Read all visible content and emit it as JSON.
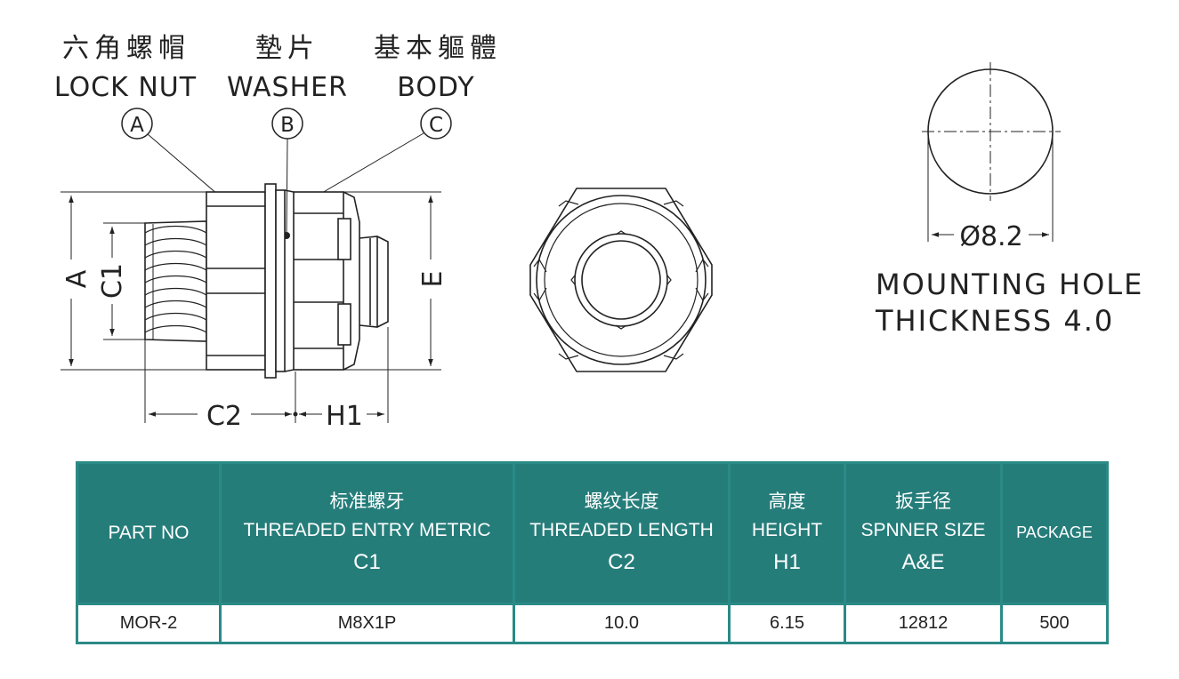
{
  "parts": [
    {
      "zh": "六角螺帽",
      "en": "LOCK NUT",
      "marker": "A"
    },
    {
      "zh": "墊片",
      "en": "WASHER",
      "marker": "B"
    },
    {
      "zh": "基本軀體",
      "en": "BODY",
      "marker": "C"
    }
  ],
  "dimensions": {
    "a": "A",
    "c1": "C1",
    "c2": "C2",
    "h1": "H1",
    "e": "E"
  },
  "mounting": {
    "diameter": "Ø8.2",
    "line1": "MOUNTING HOLE",
    "line2": "THICKNESS 4.0"
  },
  "table": {
    "headers": [
      {
        "zh": "",
        "en": "PART NO",
        "code": ""
      },
      {
        "zh": "标准螺牙",
        "en": "THREADED ENTRY METRIC",
        "code": "C1"
      },
      {
        "zh": "螺纹长度",
        "en": "THREADED LENGTH",
        "code": "C2"
      },
      {
        "zh": "高度",
        "en": "HEIGHT",
        "code": "H1"
      },
      {
        "zh": "扳手径",
        "en": "SPNNER SIZE",
        "code": "A&E"
      },
      {
        "zh": "",
        "en": "PACKAGE",
        "code": ""
      }
    ],
    "rows": [
      [
        "MOR-2",
        "M8X1P",
        "10.0",
        "6.15",
        "12812",
        "500"
      ]
    ]
  },
  "colors": {
    "header_bg": "#257d7a",
    "border": "#2a8a86",
    "line": "#222222"
  }
}
